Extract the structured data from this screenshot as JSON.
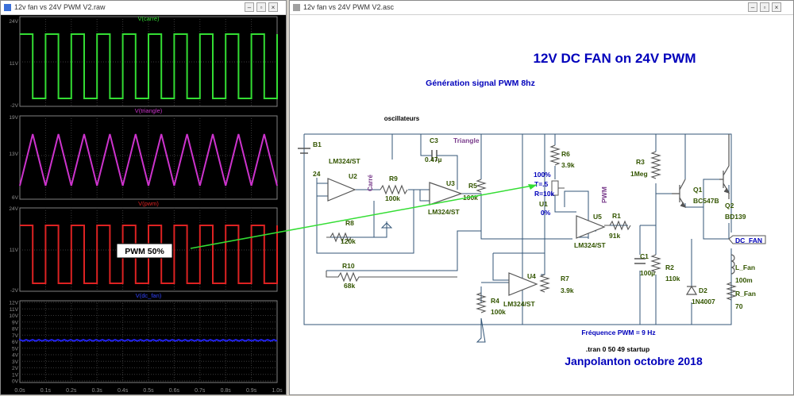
{
  "plot_window": {
    "title": "12v fan vs 24V PWM V2.raw",
    "panes": [
      {
        "trace": "V(carré)",
        "y_labels": [
          "24V",
          "11V",
          "-2V"
        ]
      },
      {
        "trace": "V(triangle)",
        "y_labels": [
          "19V",
          "13V",
          "6V"
        ]
      },
      {
        "trace": "V(pwm)",
        "y_labels": [
          "24V",
          "11V",
          "-2V"
        ]
      },
      {
        "trace": "V(dc_fan)",
        "y_labels": [
          "12V",
          "11V",
          "10V",
          "9V",
          "8V",
          "7V",
          "6V",
          "5V",
          "4V",
          "3V",
          "2V",
          "1V",
          "0V"
        ]
      }
    ],
    "x_labels": [
      "0.0s",
      "0.1s",
      "0.2s",
      "0.3s",
      "0.4s",
      "0.5s",
      "0.6s",
      "0.7s",
      "0.8s",
      "0.9s",
      "1.0s"
    ],
    "pwm_callout": "PWM 50%",
    "colors": {
      "square": "#33dd33",
      "triangle": "#cc33cc",
      "pwm": "#dd2222",
      "dc_fan": "#2222ee",
      "arrow": "#33dd33"
    }
  },
  "schematic_window": {
    "title": "12v fan vs 24V PWM V2.asc",
    "title_main": "12V DC FAN on 24V PWM",
    "subtitle": "Génération signal PWM 8hz",
    "section_label": "oscillateurs",
    "components": {
      "b1": "B1",
      "b1_val": "24",
      "u2": "U2",
      "u2_model": "LM324/ST",
      "carre": "Carré",
      "r9": "R9",
      "r9_val": "100k",
      "c3": "C3",
      "c3_val": "0.47µ",
      "triangle": "Triangle",
      "u3": "U3",
      "u3_model": "LM324/ST",
      "r5": "R5",
      "r5_val": "100k",
      "r8": "R8",
      "r8_val": "120k",
      "r10": "R10",
      "r10_val": "68k",
      "r6": "R6",
      "r6_val": "3.9k",
      "pot_top": "100%",
      "pot_t": "T=.5",
      "pot_r": "R=10k",
      "u1": "U1",
      "pot_bottom": "0%",
      "pwm": "PWM",
      "u5": "U5",
      "u5_model": "LM324/ST",
      "r1": "R1",
      "r1_val": "91k",
      "u4": "U4",
      "u4_model": "LM324/ST",
      "r7": "R7",
      "r7_val": "3.9k",
      "r4": "R4",
      "r4_val": "100k",
      "r3": "R3",
      "r3_val": "1Meg",
      "q1": "Q1",
      "q1_model": "BC547B",
      "q2": "Q2",
      "q2_model": "BD139",
      "c1": "C1",
      "c1_val": "100µ",
      "r2": "R2",
      "r2_val": "110k",
      "dc_fan": "DC_FAN",
      "d2": "D2",
      "d2_model": "1N4007",
      "lfan": "L_Fan",
      "lfan_val": "100m",
      "rfan": "R_Fan",
      "rfan_val": "70"
    },
    "freq_note": "Fréquence PWM = 9 Hz",
    "tran": ".tran 0 50 49 startup",
    "author": "Janpolanton octobre 2018",
    "colors": {
      "wire": "#335577",
      "component": "#555555",
      "label": "#335500",
      "net": "#7a3c8c",
      "title": "#0000bb"
    }
  }
}
